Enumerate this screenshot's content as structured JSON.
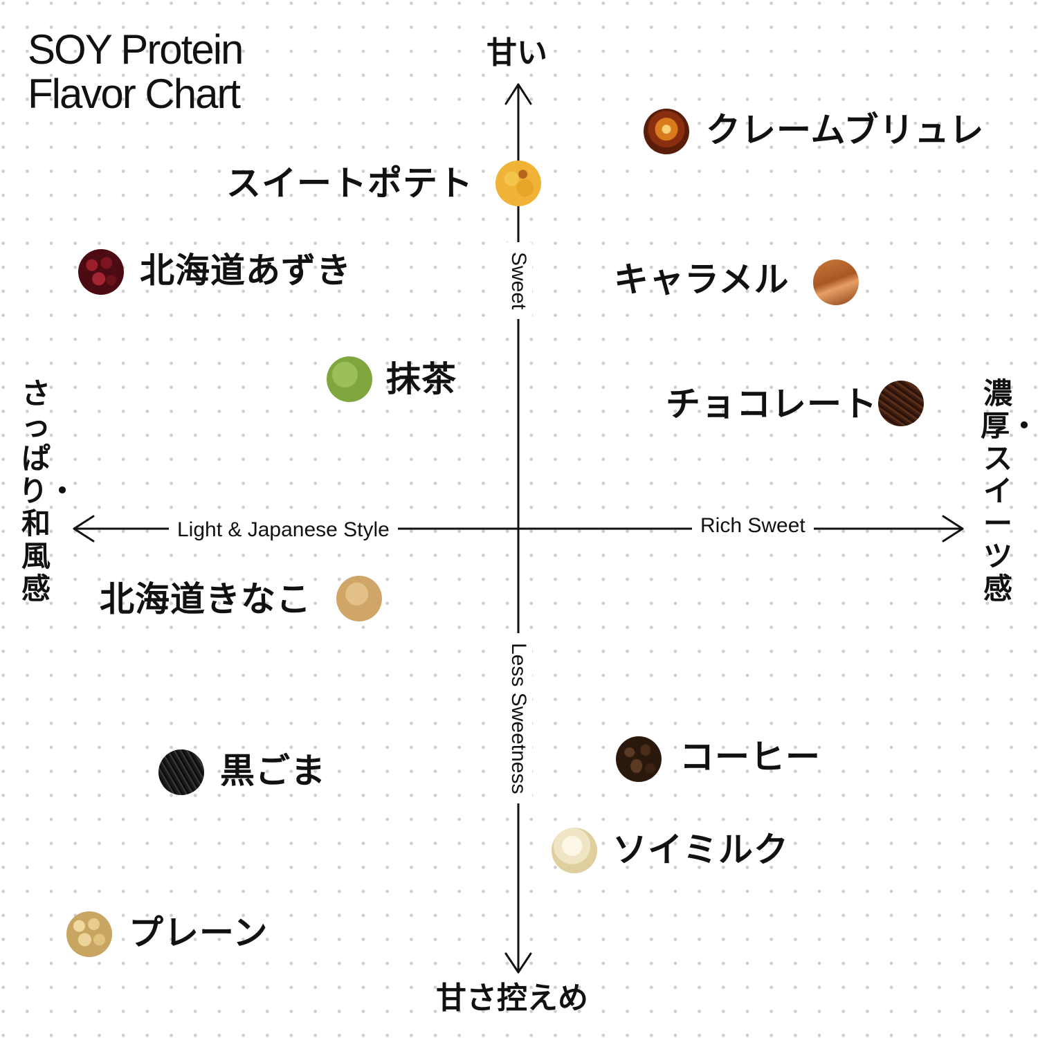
{
  "title": {
    "line1": "SOY Protein",
    "line2": "Flavor Chart"
  },
  "axes": {
    "top": "甘い",
    "bottom": "甘さ控えめ",
    "left_side": "さっぱり・和風感",
    "right_side": "濃厚・スイーツ感",
    "vertical_upper_en": "Sweet",
    "vertical_lower_en": "Less Sweetness",
    "horizontal_left_en": "Light & Japanese Style",
    "horizontal_right_en": "Rich Sweet"
  },
  "flavors": [
    {
      "label": "クレームブリュレ",
      "icon": "creme-brulee-image"
    },
    {
      "label": "スイートポテト",
      "icon": "sweet-potato-image"
    },
    {
      "label": "北海道あずき",
      "icon": "azuki-beans-image"
    },
    {
      "label": "キャラメル",
      "icon": "caramel-image"
    },
    {
      "label": "抹茶",
      "icon": "matcha-powder-image"
    },
    {
      "label": "チョコレート",
      "icon": "chocolate-shavings-image"
    },
    {
      "label": "北海道きなこ",
      "icon": "kinako-powder-image"
    },
    {
      "label": "黒ごま",
      "icon": "black-sesame-image"
    },
    {
      "label": "コーヒー",
      "icon": "coffee-beans-image"
    },
    {
      "label": "ソイミルク",
      "icon": "soy-milk-image"
    },
    {
      "label": "プレーン",
      "icon": "soybeans-image"
    }
  ],
  "colors": {
    "text": "#111111",
    "background": "#ffffff",
    "grid_dot": "#cfcfcf"
  }
}
